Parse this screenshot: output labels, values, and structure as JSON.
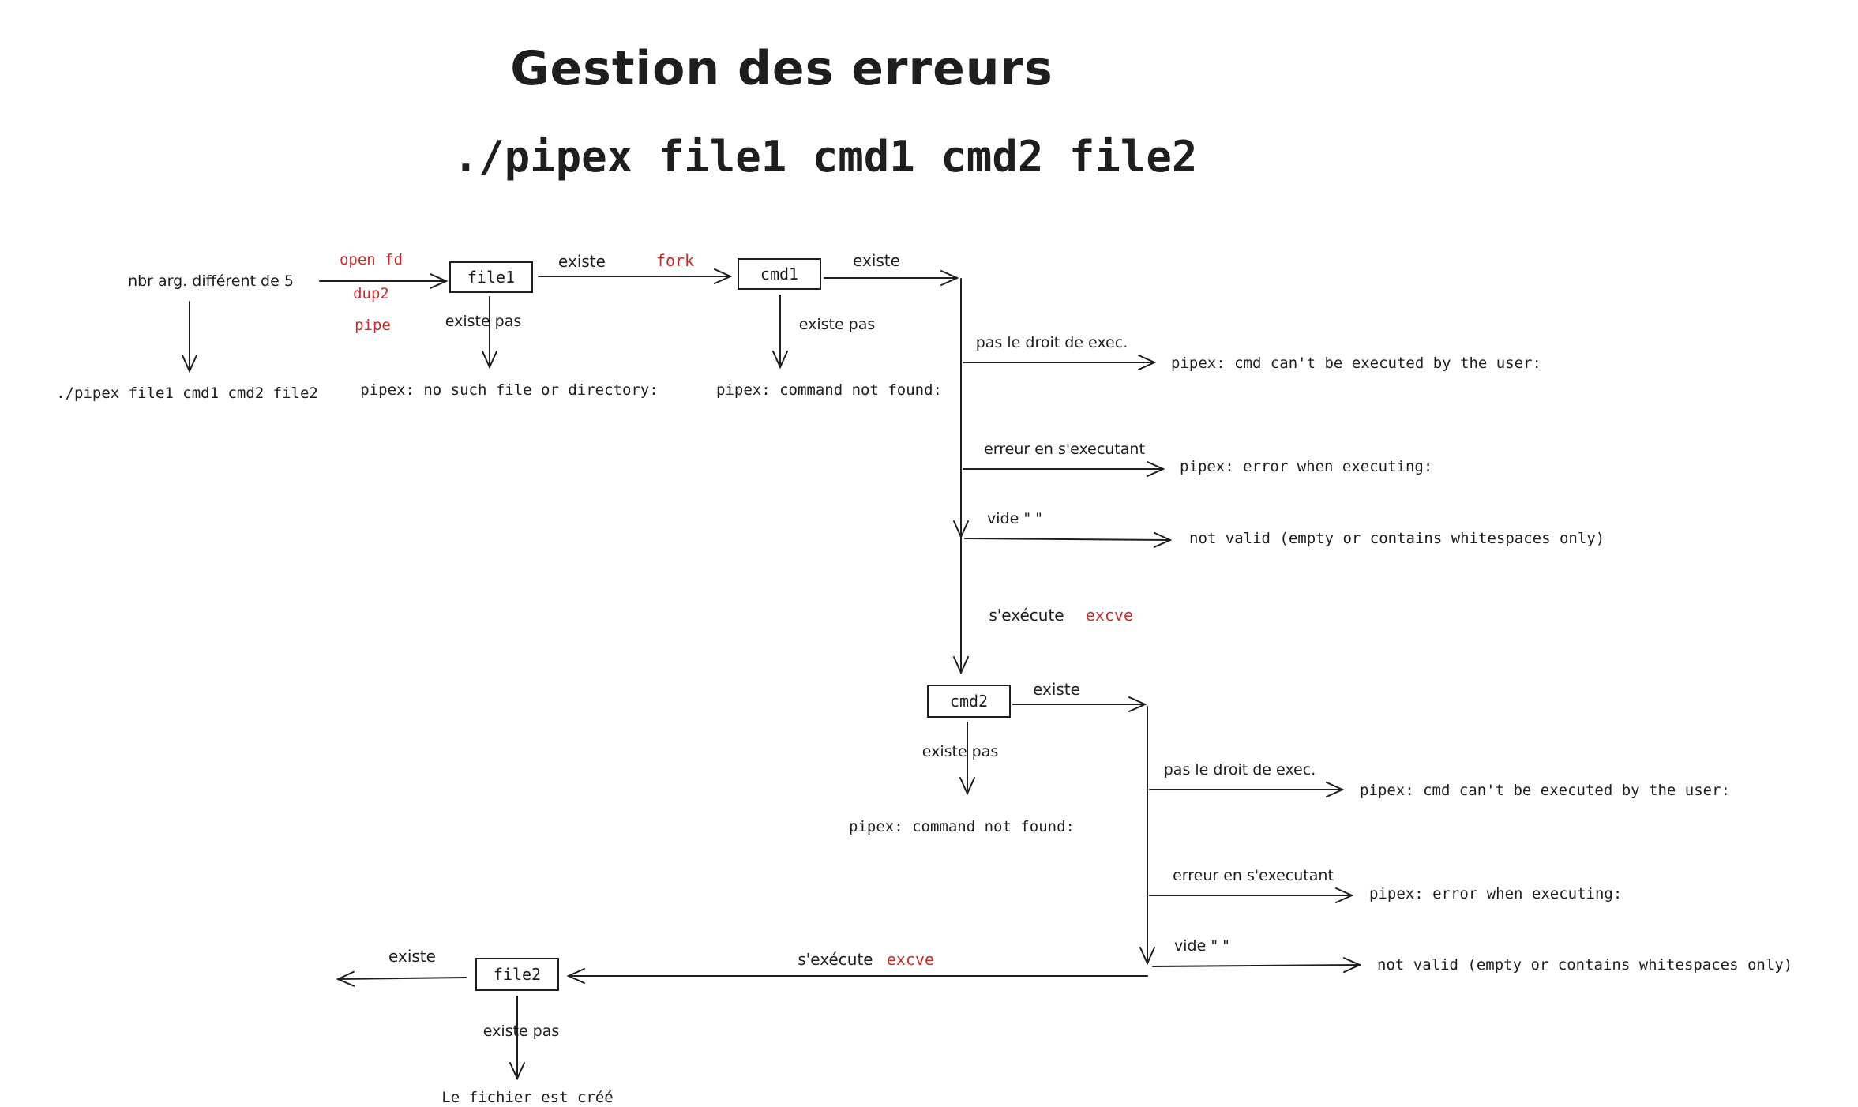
{
  "title": "Gestion des erreurs",
  "command": "./pipex file1 cmd1 cmd2 file2",
  "nodes": {
    "file1": "file1",
    "cmd1": "cmd1",
    "cmd2": "cmd2",
    "file2": "file2"
  },
  "arg_check": {
    "condition": "nbr arg. différent de 5",
    "result": "./pipex file1 cmd1 cmd2 file2"
  },
  "setup_ops": [
    "open fd",
    "dup2",
    "pipe"
  ],
  "file1_branch": {
    "exists": "existe",
    "fork": "fork",
    "not_exists": "existe pas",
    "error": "pipex: no such file or directory:"
  },
  "cmd1_branch": {
    "exists": "existe",
    "not_exists": "existe pas",
    "error_not_found": "pipex: command not found:",
    "no_exec_label": "pas le droit de exec.",
    "no_exec_error": "pipex: cmd can't be executed by the user:",
    "exec_error_label": "erreur en s'executant",
    "exec_error": "pipex: error when executing:",
    "empty_label": "vide \"    \"",
    "empty_error": "not valid (empty or contains whitespaces only)",
    "runs_label": "s'exécute",
    "runs_func": "excve"
  },
  "cmd2_branch": {
    "exists": "existe",
    "not_exists": "existe pas",
    "error_not_found": "pipex: command not found:",
    "no_exec_label": "pas le droit de exec.",
    "no_exec_error": "pipex: cmd can't be executed by the user:",
    "exec_error_label": "erreur en s'executant",
    "exec_error": "pipex: error when executing:",
    "empty_label": "vide \"    \"",
    "empty_error": "not valid (empty or contains whitespaces only)",
    "runs_label": "s'exécute",
    "runs_func": "excve"
  },
  "file2_branch": {
    "exists": "existe",
    "not_exists": "existe pas",
    "created": "Le fichier est créé"
  },
  "colors": {
    "ink": "#1e1e1e",
    "accent_red": "#c92a2a",
    "background": "#ffffff"
  }
}
